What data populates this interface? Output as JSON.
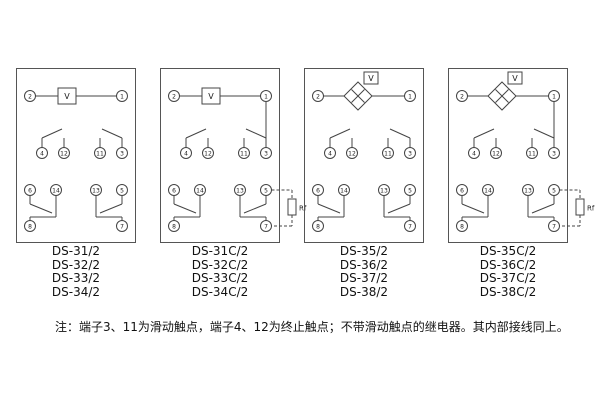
{
  "page": {
    "background": "#ffffff",
    "line_color": "#444444"
  },
  "note": "注：端子3、11为滑动触点，端子4、12为终止触点；不带滑动触点的继电器。其内部接线同上。",
  "panels": [
    {
      "kind": "dc-coil",
      "meter": "V",
      "models": [
        "DS-31/2",
        "DS-32/2",
        "DS-33/2",
        "DS-34/2"
      ],
      "terminals": {
        "t1": "1",
        "t2": "2",
        "t3": "3",
        "t4": "4",
        "t5": "5",
        "t6": "6",
        "t7": "7",
        "t8": "8",
        "t11": "11",
        "t12": "12",
        "t13": "13",
        "t14": "14"
      }
    },
    {
      "kind": "dc-coil-with-rf",
      "meter": "V",
      "rf_label": "Rf",
      "models": [
        "DS-31C/2",
        "DS-32C/2",
        "DS-33C/2",
        "DS-34C/2"
      ],
      "terminals": {
        "t1": "1",
        "t2": "2",
        "t3": "3",
        "t4": "4",
        "t5": "5",
        "t6": "6",
        "t7": "7",
        "t8": "8",
        "t11": "11",
        "t12": "12",
        "t13": "13",
        "t14": "14"
      }
    },
    {
      "kind": "rectifier-coil",
      "meter": "V",
      "models": [
        "DS-35/2",
        "DS-36/2",
        "DS-37/2",
        "DS-38/2"
      ],
      "terminals": {
        "t1": "1",
        "t2": "2",
        "t3": "3",
        "t4": "4",
        "t5": "5",
        "t6": "6",
        "t7": "7",
        "t8": "8",
        "t11": "11",
        "t12": "12",
        "t13": "13",
        "t14": "14"
      }
    },
    {
      "kind": "rectifier-coil-with-rf",
      "meter": "V",
      "rf_label": "Rf",
      "models": [
        "DS-35C/2",
        "DS-36C/2",
        "DS-37C/2",
        "DS-38C/2"
      ],
      "terminals": {
        "t1": "1",
        "t2": "2",
        "t3": "3",
        "t4": "4",
        "t5": "5",
        "t6": "6",
        "t7": "7",
        "t8": "8",
        "t11": "11",
        "t12": "12",
        "t13": "13",
        "t14": "14"
      }
    }
  ]
}
